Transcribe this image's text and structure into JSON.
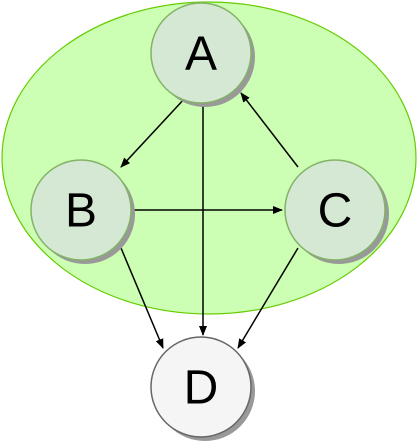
{
  "diagram": {
    "group": {
      "fill": "#ccffb3",
      "stroke": "#66cc00"
    },
    "nodes": [
      {
        "id": "A",
        "label": "A",
        "fill": "#d5e8d4",
        "stroke": "#82b366",
        "in_group": true
      },
      {
        "id": "B",
        "label": "B",
        "fill": "#d5e8d4",
        "stroke": "#82b366",
        "in_group": true
      },
      {
        "id": "C",
        "label": "C",
        "fill": "#d5e8d4",
        "stroke": "#82b366",
        "in_group": true
      },
      {
        "id": "D",
        "label": "D",
        "fill": "#f5f5f5",
        "stroke": "#666666",
        "in_group": false
      }
    ],
    "edges": [
      {
        "from": "A",
        "to": "B"
      },
      {
        "from": "A",
        "to": "D"
      },
      {
        "from": "C",
        "to": "A"
      },
      {
        "from": "B",
        "to": "C"
      },
      {
        "from": "B",
        "to": "D"
      },
      {
        "from": "C",
        "to": "D"
      }
    ],
    "edge_color": "#000000",
    "shadow_color": "#999999"
  }
}
